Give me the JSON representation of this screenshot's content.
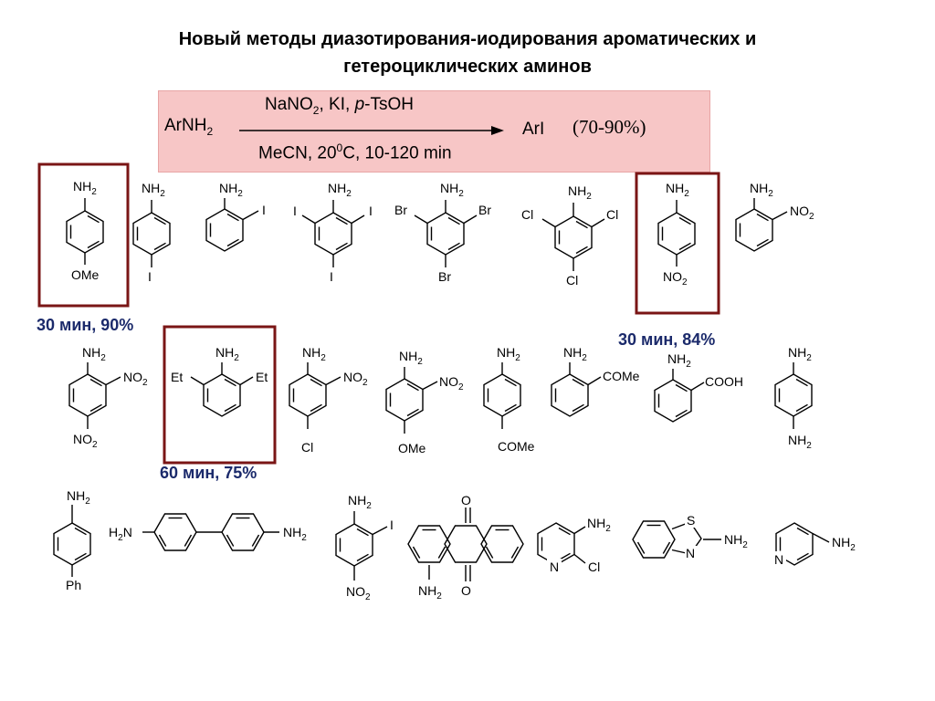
{
  "title": {
    "line1": "Новый методы диазотирования-иодирования ароматических и",
    "line2": "гетероциклических аминов"
  },
  "scheme": {
    "reactant": "ArNH",
    "reactant_sub": "2",
    "reagents_top": {
      "a": "NaNO",
      "a_sub": "2",
      "b": ", KI, ",
      "c": "p",
      "d": "-TsOH"
    },
    "conditions_bottom": {
      "a": "MeCN, 20",
      "sup": "0",
      "b": "C, 10-120 min"
    },
    "product": "ArI",
    "yield": "(70-90%)",
    "background_color": "#f7c6c6"
  },
  "captions": {
    "c1": "30 мин, 90%",
    "c2": "30 мин, 84%",
    "c3": "60 мин, 75%"
  },
  "highlight_color": "#7a1515",
  "caption_color": "#1b2a6b"
}
